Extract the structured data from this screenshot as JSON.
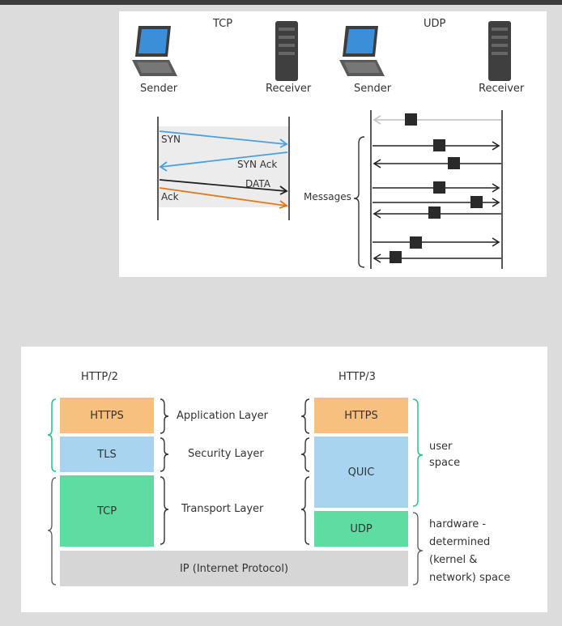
{
  "top": {
    "tcp_title": "TCP",
    "udp_title": "UDP",
    "tcp_sender": "Sender",
    "tcp_receiver": "Receiver",
    "udp_sender": "Sender",
    "udp_receiver": "Receiver",
    "handshake": [
      "SYN",
      "SYN Ack",
      "DATA",
      "Ack"
    ],
    "messages_label": "Messages",
    "colors": {
      "syn": "#4a9fe0",
      "data": "#222222",
      "ack": "#e07a1a",
      "udp_first": "#c8c8c8"
    }
  },
  "bottom": {
    "http2_title": "HTTP/2",
    "http3_title": "HTTP/3",
    "http2_https": "HTTPS",
    "http2_tls": "TLS",
    "http2_tcp": "TCP",
    "http3_https": "HTTPS",
    "http3_quic": "QUIC",
    "http3_udp": "UDP",
    "ip": "IP (Internet Protocol)",
    "layers": {
      "application": "Application Layer",
      "security": "Security Layer",
      "transport": "Transport Layer"
    },
    "user_space": [
      "user",
      "space"
    ],
    "hardware_space": [
      "hardware -",
      "determined",
      "(kernel &",
      "network) space"
    ],
    "colors": {
      "https": "#f7c07f",
      "tls_quic": "#a9d4f0",
      "tcp_udp": "#5fdca2",
      "ip": "#d6d6d6",
      "green_brace": "#2bbf8a"
    }
  }
}
